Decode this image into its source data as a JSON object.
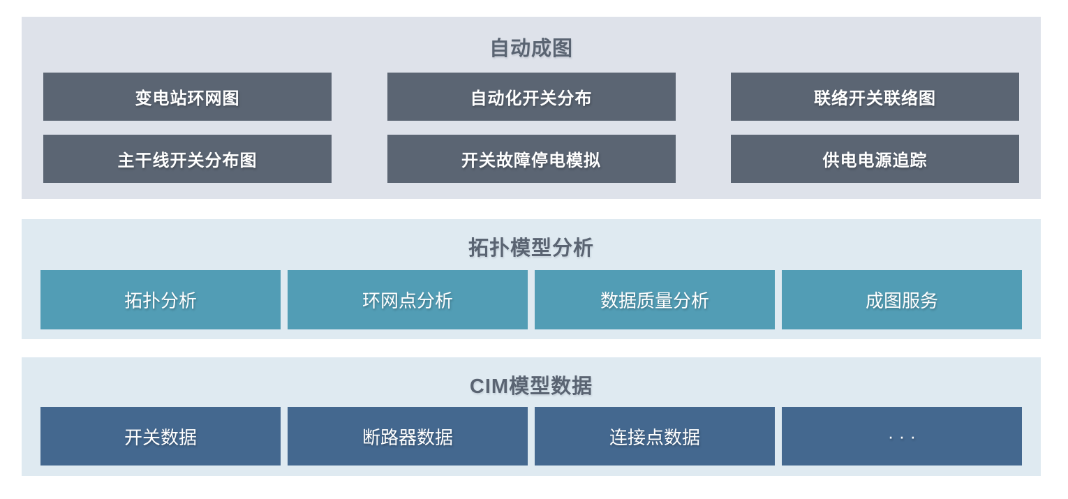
{
  "colors": {
    "page_bg": "#ffffff",
    "section1_bg": "#dee2ea",
    "section1_block": "#5b6573",
    "section2_bg": "#dfeaf1",
    "section2_block": "#529db5",
    "section3_bg": "#dfeaf1",
    "section3_block": "#44688f",
    "title_text": "#5a6472",
    "block_text": "#ffffff"
  },
  "sections": [
    {
      "title": "自动成图",
      "items": [
        "变电站环网图",
        "自动化开关分布",
        "联络开关联络图",
        "主干线开关分布图",
        "开关故障停电模拟",
        "供电电源追踪"
      ]
    },
    {
      "title": "拓扑模型分析",
      "items": [
        "拓扑分析",
        "环网点分析",
        "数据质量分析",
        "成图服务"
      ]
    },
    {
      "title": "CIM模型数据",
      "items": [
        "开关数据",
        "断路器数据",
        "连接点数据",
        "· · ·"
      ]
    }
  ]
}
